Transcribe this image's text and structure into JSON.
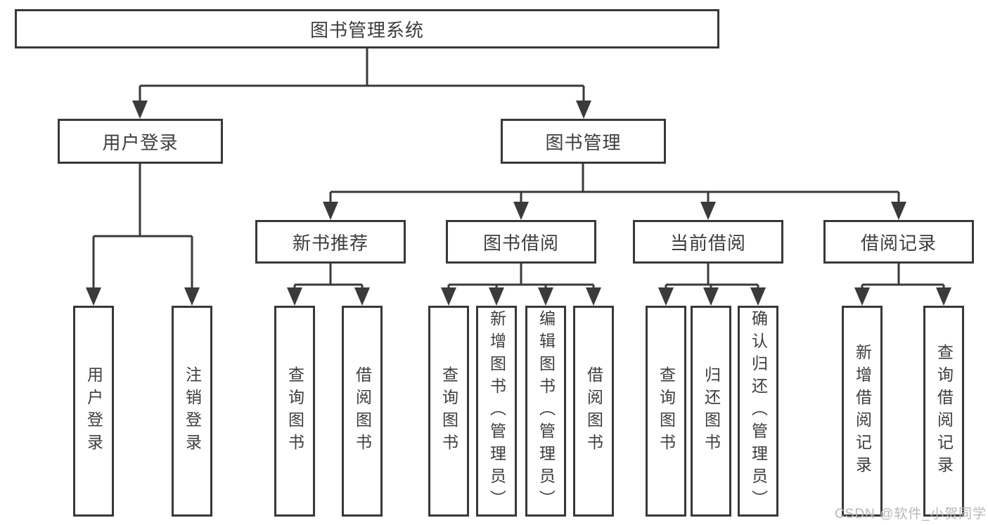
{
  "nodes": {
    "root": "图书管理系统",
    "level2": [
      "用户登录",
      "图书管理"
    ],
    "level3": [
      "新书推荐",
      "图书借阅",
      "当前借阅",
      "借阅记录"
    ],
    "leaves_login": [
      "用户登录",
      "注销登录"
    ],
    "leaves_newbooks": [
      "查询图书",
      "借阅图书"
    ],
    "leaves_borrow": [
      "查询图书",
      "新增图书（管理员）",
      "编辑图书（管理员）",
      "借阅图书"
    ],
    "leaves_current": [
      "查询图书",
      "归还图书",
      "确认归还（管理员）"
    ],
    "leaves_records": [
      "新增借阅记录",
      "查询借阅记录"
    ]
  },
  "watermark": "CSDN @软件_小贺同学",
  "colors": {
    "line": "#3a3a3a",
    "border": "#383838",
    "text": "#3d3d3d",
    "watermark": "#b8b8b8",
    "background": "#ffffff"
  }
}
